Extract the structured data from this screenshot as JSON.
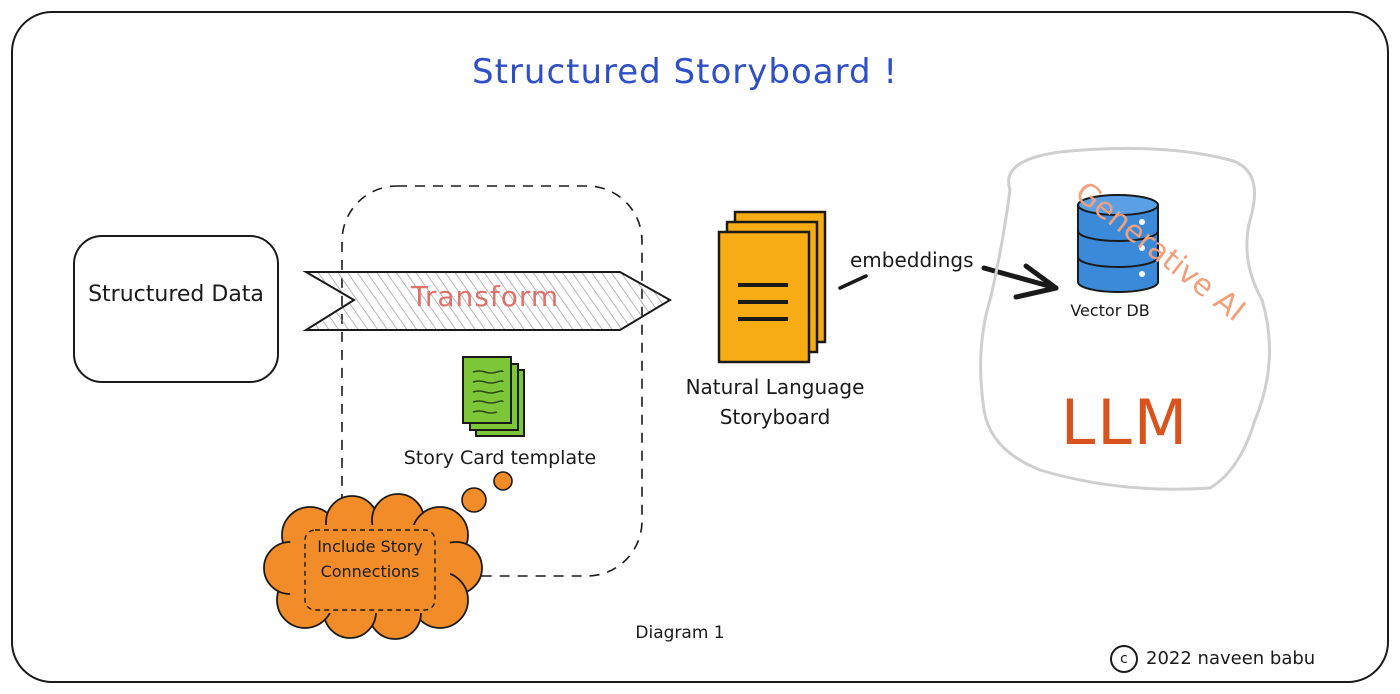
{
  "title": "Structured Storyboard !",
  "source_box": {
    "label": "Structured Data"
  },
  "transform_arrow": {
    "label": "Transform"
  },
  "story_card": {
    "label": "Story Card template",
    "icon": "stacked-documents-icon",
    "color": "#7cc637"
  },
  "thought_cloud": {
    "label": "Include Story Connections",
    "color": "#f28c28"
  },
  "storyboard": {
    "label": "Natural Language Storyboard",
    "icon": "stacked-documents-icon",
    "color": "#f7ac14"
  },
  "embeddings": {
    "label": "embeddings"
  },
  "vector_db": {
    "label": "Vector DB",
    "icon": "database-icon",
    "color": "#3b8ad9"
  },
  "llm": {
    "label": "LLM",
    "color": "#d9531e"
  },
  "generative_ai": {
    "label": "Generative AI",
    "color": "#f0a07a"
  },
  "caption": "Diagram 1",
  "copyright": {
    "symbol": "c",
    "text": "2022 naveen babu"
  }
}
